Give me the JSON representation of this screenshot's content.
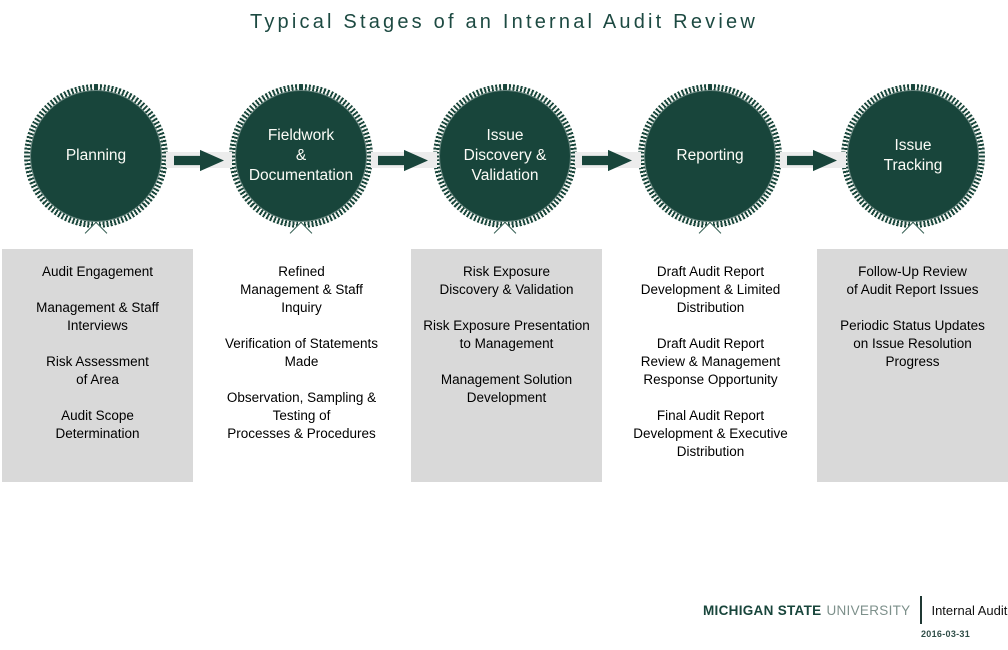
{
  "title": "Typical Stages of an Internal Audit Review",
  "colors": {
    "msu_green": "#18453B",
    "title_green": "#1D4A42",
    "box_gray": "#D9D9D9",
    "arrow_band_gray": "#ECECEC"
  },
  "stages": [
    {
      "label": "Planning",
      "shaded": true,
      "items": [
        "Audit Engagement",
        "Management & Staff\nInterviews",
        "Risk Assessment\nof Area",
        "Audit Scope\nDetermination"
      ]
    },
    {
      "label": "Fieldwork\n&\nDocumentation",
      "shaded": false,
      "items": [
        "Refined\nManagement & Staff\nInquiry",
        "Verification of Statements\nMade",
        "Observation, Sampling &\nTesting of\nProcesses & Procedures"
      ]
    },
    {
      "label": "Issue\nDiscovery &\nValidation",
      "shaded": true,
      "items": [
        "Risk Exposure\nDiscovery & Validation",
        "Risk Exposure Presentation\nto Management",
        "Management Solution\nDevelopment"
      ]
    },
    {
      "label": "Reporting",
      "shaded": false,
      "items": [
        "Draft Audit Report\nDevelopment & Limited\nDistribution",
        "Draft Audit Report\nReview & Management\nResponse Opportunity",
        "Final Audit Report\nDevelopment & Executive\nDistribution"
      ]
    },
    {
      "label": "Issue\nTracking",
      "shaded": true,
      "items": [
        "Follow-Up Review\nof Audit Report Issues",
        "Periodic Status Updates\non Issue Resolution\nProgress"
      ]
    }
  ],
  "footer": {
    "brand_primary": "MICHIGAN STATE",
    "brand_secondary": "UNIVERSITY",
    "unit": "Internal Audit",
    "date": "2016-03-31"
  }
}
